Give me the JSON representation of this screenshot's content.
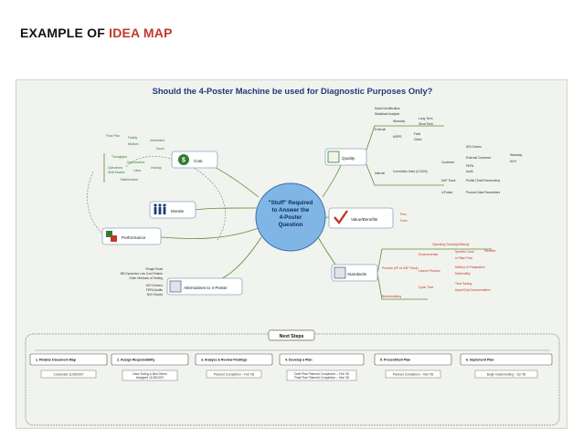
{
  "heading": {
    "prefix": "EXAMPLE OF ",
    "accent": "IDEA MAP"
  },
  "map": {
    "title": "Should the 4-Poster Machine be used for Diagnostic Purposes Only?",
    "center": [
      "\"Stuff\" Required",
      "to Answer the",
      "4-Poster",
      "Question"
    ],
    "branches": {
      "quality": {
        "label": "Quality",
        "items": [
          "Noise Identification",
          "Statistical Analysis",
          "Warranty",
          "Long Term",
          "Short Term",
          "External",
          "MSPR",
          "Field",
          "Client",
          "Customer",
          "Internal",
          "Correlation Data (C/1000)",
          "SAP Track",
          "4-Poster",
          "IDS Drivers",
          "External Customer",
          "Warranty",
          "NVH",
          "FEPA",
          "Audit",
          "Profile (Total Parameters)",
          "Product Data Parameters"
        ]
      },
      "value": {
        "label": "Value/Benefits",
        "items": [
          "Pros",
          "Cons"
        ]
      },
      "standards": {
        "label": "Standards",
        "items": [
          "Operating Training/Difficulty",
          "Specific Cond.",
          "Weather",
          "Environmental",
          "In Plant Flow",
          "Process (4P vs SAP Track)",
          "Launch Process",
          "Method of Preparation",
          "Mesh/utility",
          "Cycle Time",
          "Time Saving",
          "Dupe/Chip Documentation",
          "Benchmarking"
        ]
      },
      "alternatives": {
        "label": "Alternatives to 4-Poster",
        "items": [
          "Rough Road",
          "MB Dynamics Low Cost Shaker",
          "Other Methods of Testing",
          "NVH Drivers",
          "FEPA Audits",
          "NVH Drives"
        ]
      },
      "performance": {
        "label": "Performance"
      },
      "morale": {
        "label": "Morale"
      },
      "cost": {
        "label": "Cost",
        "items": [
          "Floor Plan",
          "Facility",
          "Investment",
          "Medium",
          "Doors",
          "Throughput",
          "Unproductive",
          "Operations",
          "Shift Studies",
          "Labor",
          "Overlap",
          "Maintenance"
        ]
      }
    },
    "next_steps": {
      "title": "Next Steps",
      "steps": [
        {
          "label": "1.  Finalize Document Map",
          "detail": [
            "Completed 11/28/2007"
          ]
        },
        {
          "label": "2.  Assign Responsibility",
          "detail": [
            "Dave Ewing & Bert Geers",
            "Assigned 11/28/2007"
          ]
        },
        {
          "label": "3.  Analyze & Review Findings",
          "detail": [
            "Planned Completion – Feb '08"
          ]
        },
        {
          "label": "4.  Develop a Plan",
          "detail": [
            "Draft Plan Planned Completion – Feb '08",
            "Final Plan Planned Completion – Mar '08"
          ]
        },
        {
          "label": "5.  Present/Sell Plan",
          "detail": [
            "Planned Completion – Mar '08"
          ]
        },
        {
          "label": "6.  Implement Plan",
          "detail": [
            "Begin Implementing – 2Q '08"
          ]
        }
      ]
    }
  },
  "colors": {
    "accent_red": "#c0392b",
    "title_blue": "#1f3a77",
    "center_fill": "#7fb6e6",
    "branch_border": "#8aa6c4",
    "line_green": "#5f8a3a"
  }
}
